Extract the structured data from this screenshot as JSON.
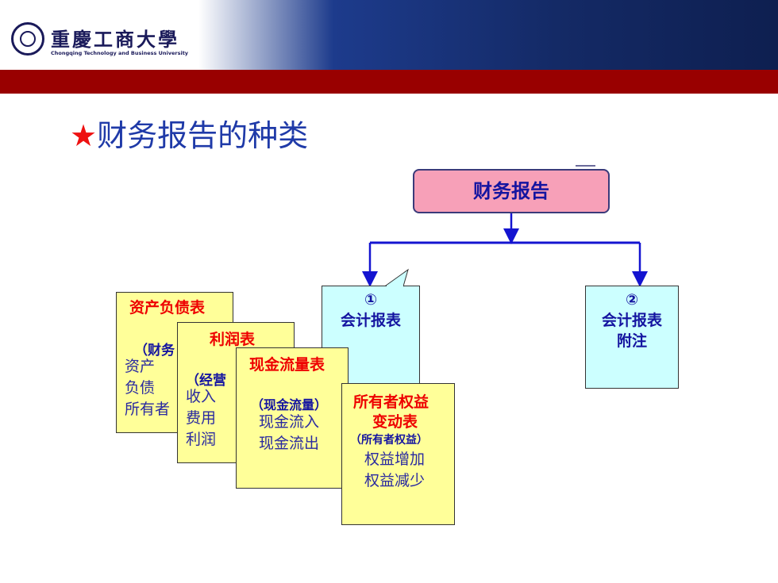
{
  "header": {
    "logo_text_cn": "重慶工商大學",
    "logo_text_en": "Chongqing Technology and Business University"
  },
  "slide": {
    "title_star": "★",
    "title": "财务报告的种类"
  },
  "diagram": {
    "root": "财务报告",
    "branch1": {
      "number": "①",
      "label": "会计报表"
    },
    "branch2": {
      "number": "②",
      "label_line1": "会计报表",
      "label_line2": "附注"
    },
    "card_balance": {
      "title": "资产负债表",
      "sub": "（财务",
      "items": [
        "资产",
        "负债",
        "所有者"
      ]
    },
    "card_income": {
      "title": "利润表",
      "sub": "（经营",
      "items": [
        "收入",
        "费用",
        "利润"
      ]
    },
    "card_cashflow": {
      "title": "现金流量表",
      "sub": "（现金流量）",
      "items": [
        "现金流入",
        "现金流出"
      ]
    },
    "card_equity": {
      "title_line1": "所有者权益",
      "title_line2": "变动表",
      "sub": "（所有者权益）",
      "items": [
        "权益增加",
        "权益减少"
      ]
    }
  },
  "colors": {
    "title": "#1f3aa8",
    "star": "#ee1111",
    "root_fill": "#f7a0b8",
    "branch_fill": "#ccffff",
    "card_fill": "#ffff99",
    "connector": "#1414d0",
    "red_bar": "#990000"
  }
}
